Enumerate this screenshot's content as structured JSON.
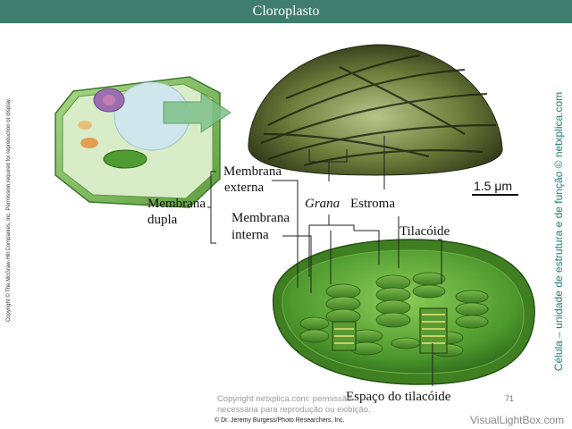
{
  "title": "Cloroplasto",
  "labels": {
    "membrana_externa_1": "Membrana",
    "membrana_externa_2": "externa",
    "membrana_dupla_1": "Membrana",
    "membrana_dupla_2": "dupla",
    "membrana_interna_1": "Membrana",
    "membrana_interna_2": "interna",
    "grana": "Grana",
    "estroma": "Estroma",
    "tilacoide": "Tilacóide",
    "espaco_tilacoide": "Espaço do tilacóide",
    "scale": "1.5 μm"
  },
  "copyright_left": "Copyright © The McGraw-Hill Companies, Inc. Permission required for reproduction or display.",
  "side_credit": "Célula – unidade de estrutura e de função © netxplica.com",
  "watermark_line1": "Copyright netxplica.com: permissão",
  "watermark_line2": "necessária para reprodução ou exibição.",
  "page_number": "71",
  "photo_credit": "© Dr. Jeremy Burgess/Photo Researchers, Inc.",
  "brand": "VisualLightBox.com",
  "colors": {
    "title_bar": "#3f7d6e",
    "side_credit": "#1e7f7a",
    "chloroplast_green": "#5a9a3a"
  }
}
